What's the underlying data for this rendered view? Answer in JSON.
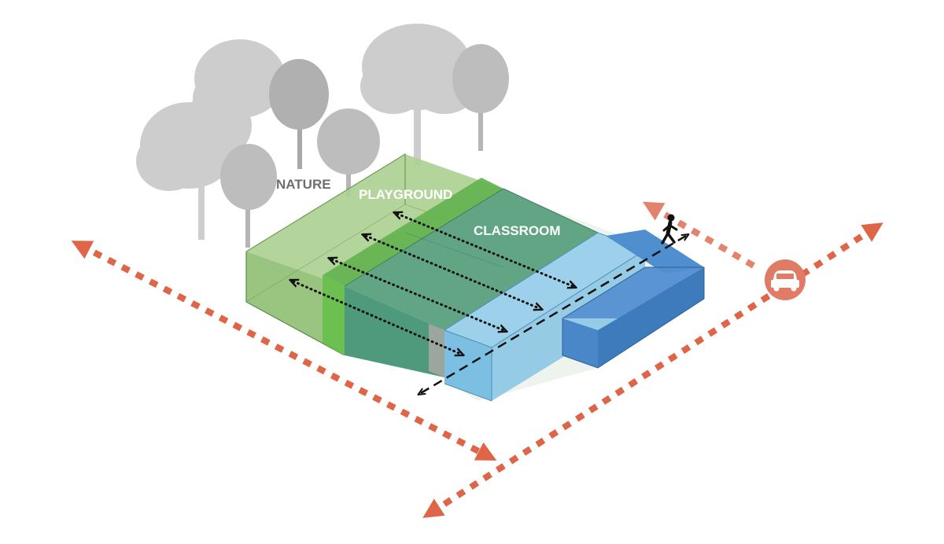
{
  "labels": {
    "nature": "NATURE",
    "playground": "PLAYGROUND",
    "classroom": "CLASSROOM"
  },
  "icons": {
    "pedestrian": "pedestrian-icon",
    "car": "car-icon"
  },
  "colors": {
    "background": "#ffffff",
    "tree": "#cdcdcd",
    "tree_dark": "#a9a9a9",
    "nature_zone": "#8fbf73",
    "playground_zone": "#5fae5a",
    "classroom_zone": "#4f9a7d",
    "corridor": "#7bbfe3",
    "building": "#4a87c8",
    "traffic_arrow": "#de6548",
    "car_badge": "#e07c66",
    "path_line": "#111111",
    "nature_text": "#6e6e6e",
    "zone_text": "#ffffff"
  }
}
